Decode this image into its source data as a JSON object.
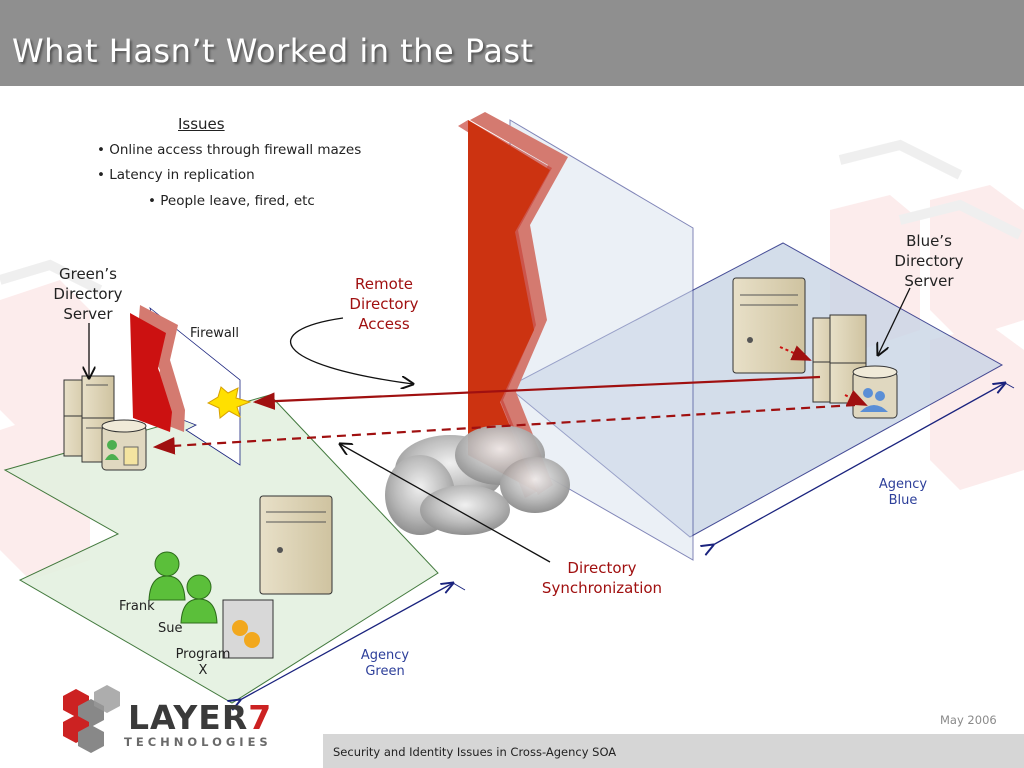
{
  "slide": {
    "title": "What Hasn’t Worked in the Past",
    "footer": "Security and Identity Issues in Cross-Agency SOA",
    "date": "May 2006"
  },
  "logo": {
    "word_main": "LAYER",
    "word_num": "7",
    "sub": "TECHNOLOGIES"
  },
  "issues": {
    "title": "Issues",
    "items": [
      "• Online access through firewall mazes",
      "• Latency in replication",
      "• People leave, fired, etc"
    ]
  },
  "labels": {
    "green_server": [
      "Green’s",
      "Directory",
      "Server"
    ],
    "blue_server": [
      "Blue’s",
      "Directory",
      "Server"
    ],
    "firewall": "Firewall",
    "remote_access": [
      "Remote",
      "Directory",
      "Access"
    ],
    "dir_sync": [
      "Directory",
      "Synchronization"
    ],
    "agency_blue": [
      "Agency",
      "Blue"
    ],
    "agency_green": [
      "Agency",
      "Green"
    ],
    "frank": "Frank",
    "sue": "Sue",
    "program": [
      "Program",
      "X"
    ]
  },
  "colors": {
    "title_bar": "#8f8f8f",
    "firewall_red": "#cc3311",
    "arrow_red": "#a01010",
    "agency_blue_text": "#2d3f9a",
    "green_plane": "#e4f1e0",
    "blue_plane": "#c9d5e6"
  }
}
